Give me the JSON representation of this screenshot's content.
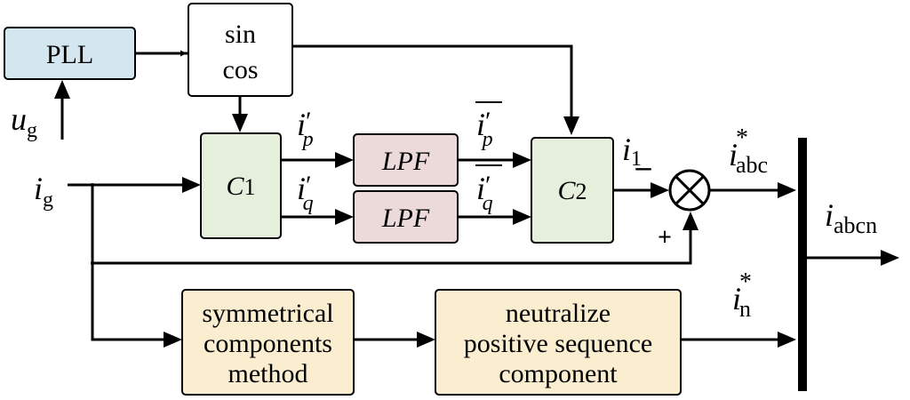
{
  "colors": {
    "pll_fill": "#d4e7f0",
    "controller_fill": "#e6eedc",
    "lpf_fill": "#ecd9d9",
    "method_fill": "#fbeed0",
    "trig_fill": "#ffffff",
    "line": "#000000"
  },
  "blocks": {
    "pll": "PLL",
    "trig": {
      "line1": "sin",
      "line2": "cos"
    },
    "c1": {
      "base": "C",
      "sub": "1"
    },
    "lpf1": "LPF",
    "lpf2": "LPF",
    "c2": {
      "base": "C",
      "sub": "2"
    },
    "symmetrical": {
      "line1": "symmetrical",
      "line2": "components",
      "line3": "method"
    },
    "neutralize": {
      "line1": "neutralize",
      "line2": "positive sequence",
      "line3": "component"
    }
  },
  "signals": {
    "ug": {
      "base": "u",
      "sub": "g"
    },
    "ig": {
      "base": "i",
      "sub": "g"
    },
    "ip": {
      "base": "i",
      "prime": "′",
      "sub": "p"
    },
    "iq": {
      "base": "i",
      "prime": "′",
      "sub": "q"
    },
    "ip_bar": {
      "base": "i",
      "prime": "′",
      "sub": "p"
    },
    "iq_bar": {
      "base": "i",
      "prime": "′",
      "sub": "q"
    },
    "i1": {
      "base": "i",
      "sub": "1"
    },
    "iabc_ref": {
      "base": "i",
      "sup": "*",
      "sub": "abc"
    },
    "in_ref": {
      "base": "i",
      "sup": "*",
      "sub": "n"
    },
    "iabcn": {
      "base": "i",
      "sub": "abcn"
    }
  },
  "summer": {
    "minus": "–",
    "plus": "+"
  }
}
